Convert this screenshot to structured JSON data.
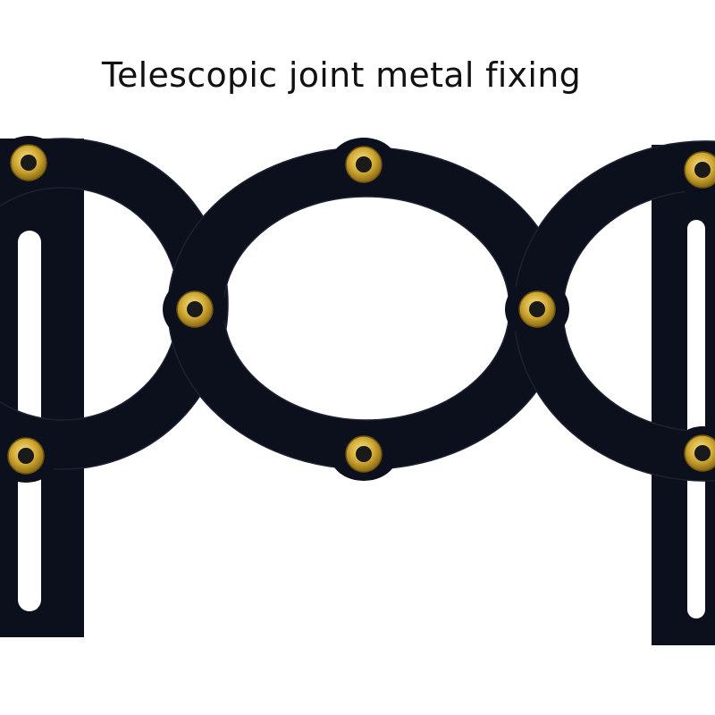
{
  "caption": "Telescopic joint metal fixing",
  "colors": {
    "background": "#ffffff",
    "metal": "#0c0f1c",
    "metal_edge": "#1d2230",
    "brass": "#c9a02a",
    "brass_dark": "#8a6a12",
    "brass_light": "#f2dc7a"
  },
  "icons": [
    "ring-link",
    "rivet",
    "slotted-arm"
  ]
}
